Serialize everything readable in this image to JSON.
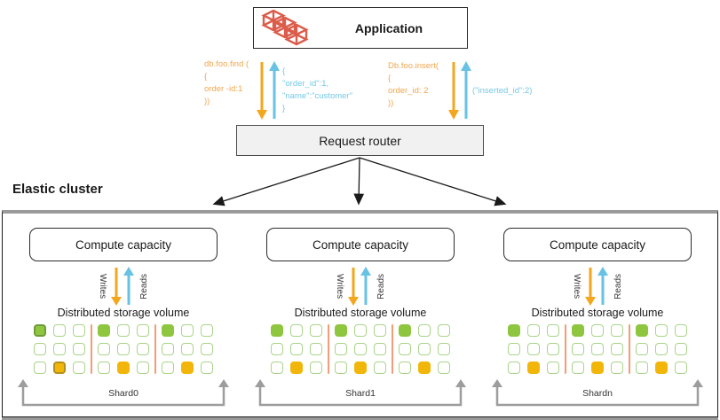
{
  "application": {
    "title": "Application"
  },
  "queries": {
    "find": {
      "request_lines": [
        "db.foo.find (",
        "{",
        "order -id:1",
        "))"
      ],
      "response_lines": [
        "{",
        "\"order_id\":1,",
        "\"name\":\"customer\"",
        "}"
      ]
    },
    "insert": {
      "request_lines": [
        "Db.foo.insert(",
        "{",
        "order_id: 2",
        "))"
      ],
      "response": "(\"inserted_id\":2)"
    }
  },
  "router": {
    "title": "Request router"
  },
  "cluster": {
    "title": "Elastic cluster",
    "columns": [
      {
        "compute": "Compute capacity",
        "writes": "Writes",
        "reads": "Reads",
        "storage": "Distributed storage volume",
        "shard": "Shard0",
        "highlight": true
      },
      {
        "compute": "Compute capacity",
        "writes": "Writes",
        "reads": "Reads",
        "storage": "Distributed storage volume",
        "shard": "Shard1",
        "highlight": false
      },
      {
        "compute": "Compute capacity",
        "writes": "Writes",
        "reads": "Reads",
        "storage": "Distributed storage volume",
        "shard": "Shardn",
        "highlight": false
      }
    ],
    "storage_grid": {
      "rows": 3,
      "groups": 3,
      "cols_per_group": 3,
      "green_cells": [
        [
          0,
          0
        ],
        [
          0,
          3
        ],
        [
          0,
          6
        ]
      ],
      "yellow_cells": [
        [
          2,
          1
        ],
        [
          2,
          4
        ],
        [
          2,
          7
        ]
      ],
      "highlighted_green_cell": [
        0,
        0
      ],
      "highlighted_yellow_cell": [
        2,
        1
      ]
    }
  },
  "colors": {
    "icon_red": "#DC5C4B",
    "write_orange": "#F2A71E",
    "read_blue": "#67C2E4",
    "code_orange": "#F0A750",
    "code_blue": "#74C9E6",
    "green_fill": "#8FC640",
    "green_border": "#A9D489",
    "green_highlight": "#6E9C3A",
    "yellow_fill": "#F2B60A",
    "yellow_highlight": "#B3901E",
    "separator_salmon": "#F39C77",
    "bracket_gray": "#9D9D9D",
    "router_fill": "#F1F1F1"
  }
}
